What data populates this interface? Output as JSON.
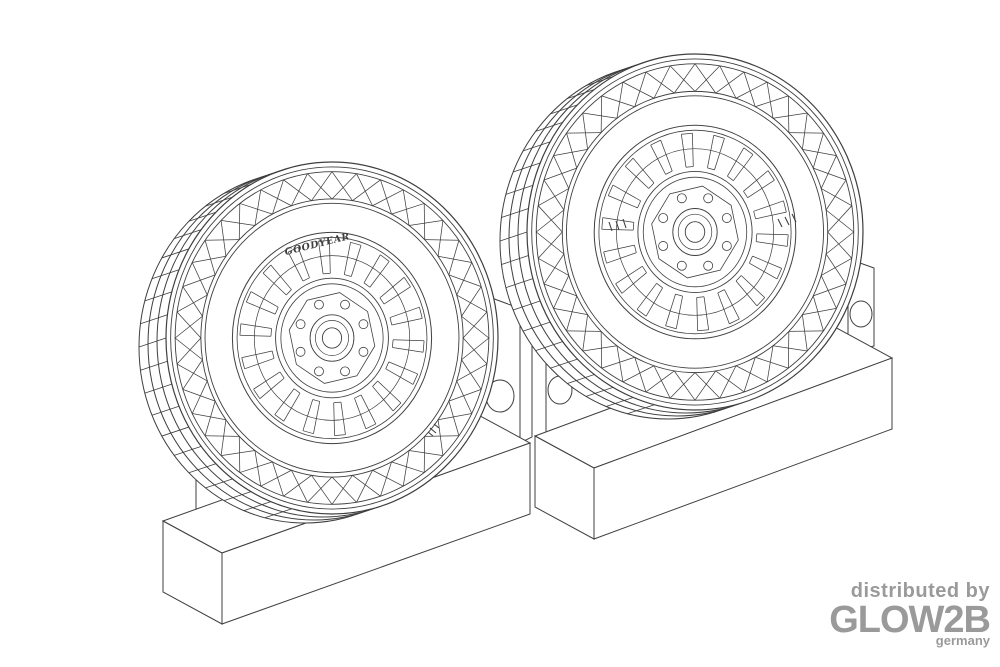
{
  "scene": {
    "background": "#ffffff",
    "line_color": "#3f3f3f",
    "tire_brand": "GOODYEAR"
  },
  "watermark": {
    "distributed_by": "distributed by",
    "brand": "GLOW2B",
    "country": "germany",
    "color": "#9a9a9a"
  }
}
